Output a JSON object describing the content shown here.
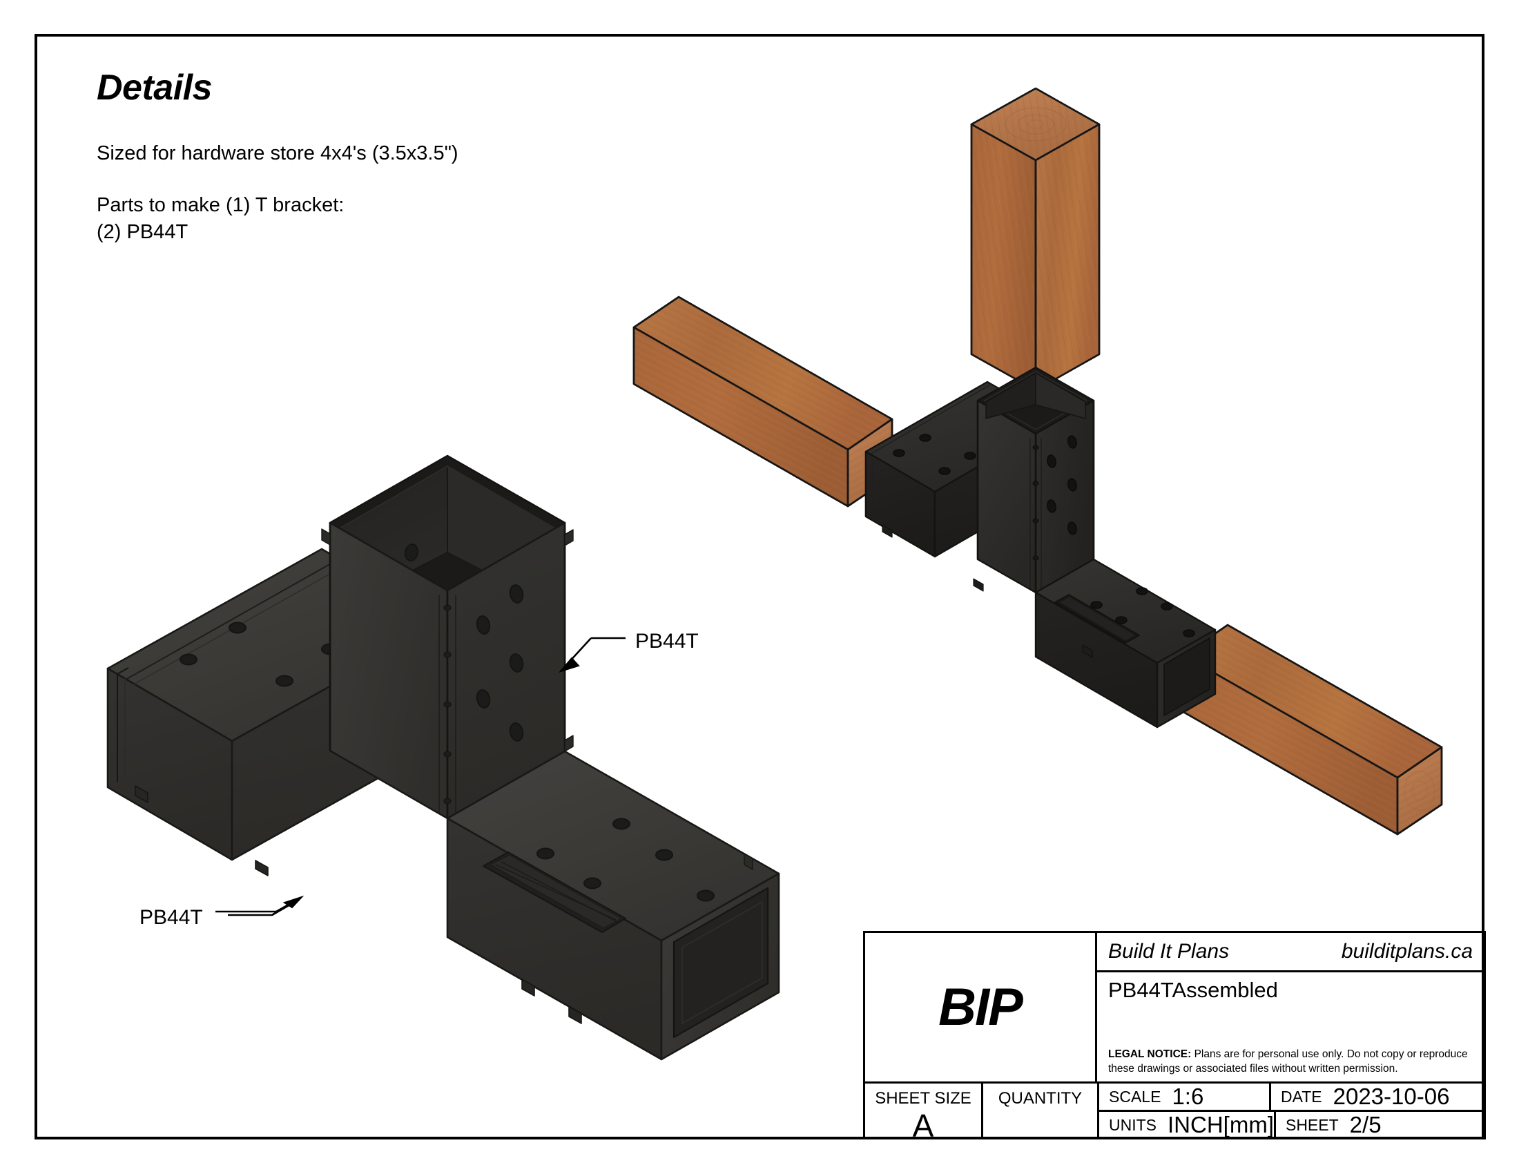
{
  "sheet": {
    "background_color": "#ffffff",
    "border_color": "#000000"
  },
  "notes": {
    "title": "Details",
    "line_sizing": "Sized for hardware store 4x4's (3.5x3.5\")",
    "line_parts_heading": "Parts to make (1) T bracket:",
    "line_parts_item": "(2) PB44T"
  },
  "callouts": {
    "upper": "PB44T",
    "lower": "PB44T"
  },
  "model": {
    "metal_color_top": "#3b3a36",
    "metal_color_front": "#2f2e2b",
    "metal_color_side": "#343430",
    "metal_color_dark": "#222220",
    "metal_color_inner": "#262521",
    "wood_color_top": "#b5713f",
    "wood_color_front": "#a9663a",
    "wood_color_end": "#b97c4c",
    "outline_color": "#1a1a1a"
  },
  "title_block": {
    "logo": "BIP",
    "company": "Build It Plans",
    "website": "builditplans.ca",
    "part_name": "PB44TAssembled",
    "legal_notice_label": "LEGAL NOTICE:",
    "legal_notice_text": " Plans are for personal use only. Do not copy or reproduce these drawings or associated files without written permission.",
    "sheet_size_label": "SHEET SIZE",
    "sheet_size_value": "A",
    "quantity_label": "QUANTITY",
    "quantity_value": "",
    "scale_label": "SCALE",
    "scale_value": "1:6",
    "date_label": "DATE",
    "date_value": "2023-10-06",
    "units_label": "UNITS",
    "units_value": "INCH[mm]",
    "sheet_label": "SHEET",
    "sheet_value": "2/5"
  }
}
